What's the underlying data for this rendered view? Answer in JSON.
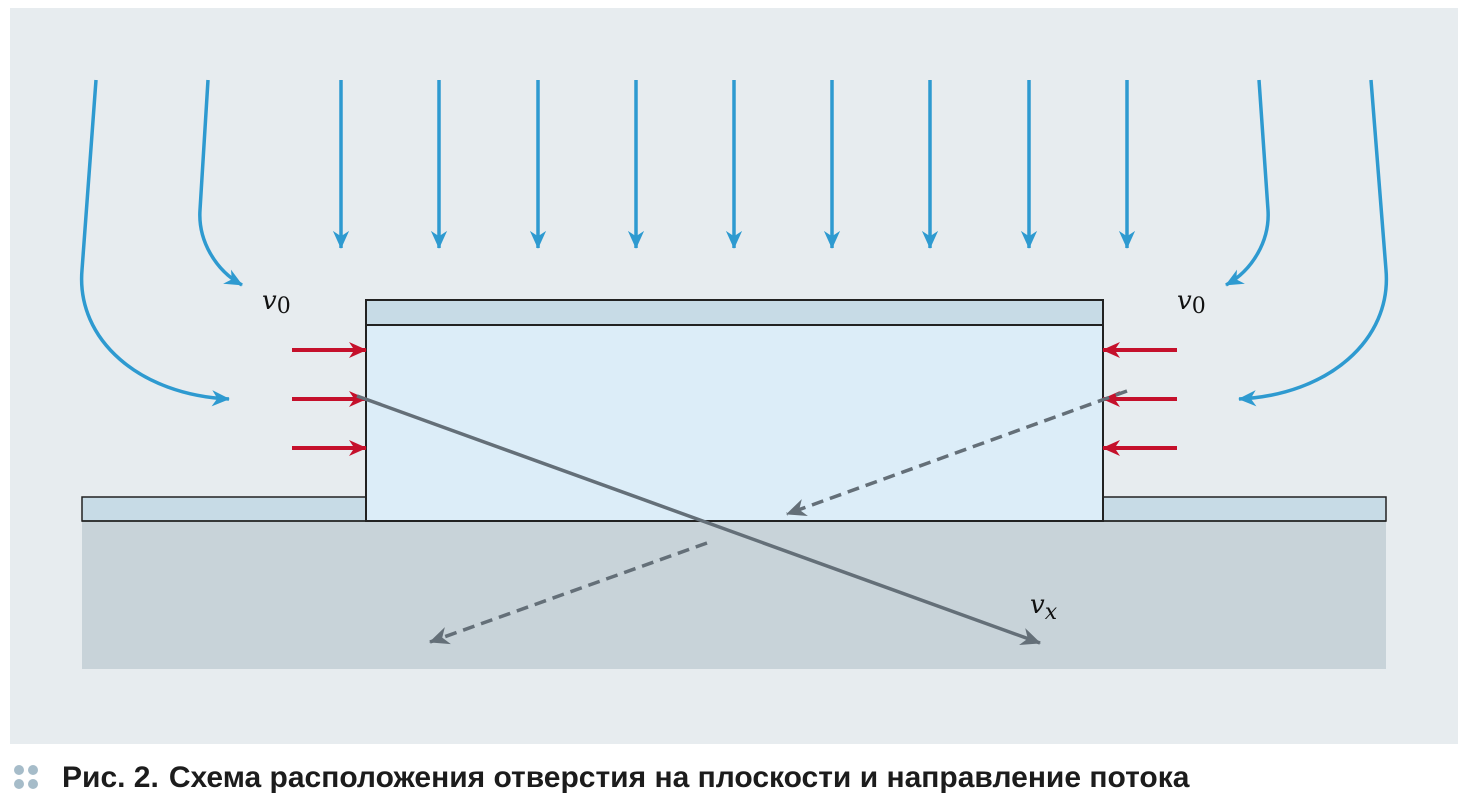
{
  "caption": {
    "label": "Рис. 2.",
    "text": "Схема расположения отверстия на плоскости и направление потока"
  },
  "labels": {
    "v0_symbol": "v",
    "v0_subscript": "0",
    "vx_symbol": "v",
    "vx_subscript": "x"
  },
  "colors": {
    "background": "#e7ecef",
    "flow_blue": "#2e9ad0",
    "inflow_red": "#c5102b",
    "velocity_gray": "#646f78",
    "ground": "#c8d3d9",
    "layer": "#c7dbe6",
    "block": "#dcedf8"
  }
}
